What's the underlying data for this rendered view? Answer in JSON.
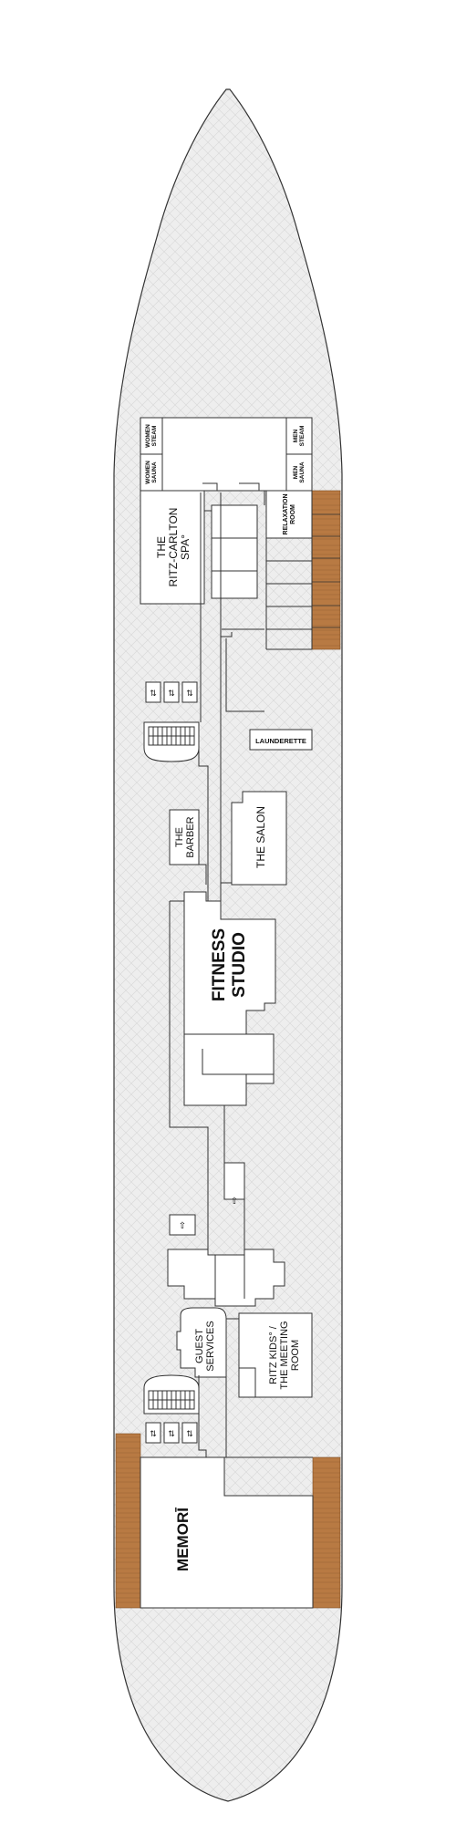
{
  "rooms": {
    "women_steam": [
      "WOMEN",
      "STEAM"
    ],
    "women_sauna": [
      "WOMEN",
      "SAUNA"
    ],
    "men_steam": [
      "MEN",
      "STEAM"
    ],
    "men_sauna": [
      "MEN",
      "SAUNA"
    ],
    "relaxation_room": [
      "RELAXATION",
      "ROOM"
    ],
    "spa": [
      "THE",
      "RITZ-CARLTON",
      "SPA°"
    ],
    "launderette": "LAUNDERETTE",
    "barber": [
      "THE",
      "BARBER"
    ],
    "salon": "THE SALON",
    "fitness": [
      "FITNESS",
      "STUDIO"
    ],
    "guest_services": [
      "GUEST",
      "SERVICES"
    ],
    "kids": [
      "RITZ KIDS° /",
      "THE MEETING",
      "ROOM"
    ],
    "memori": "MEMORĪ"
  },
  "colors": {
    "deck_fill": "#eeeeee",
    "hatch": "#d8d8d8",
    "wood": "#b87a43",
    "wood_line": "#7a4a22",
    "outline": "#333333"
  }
}
